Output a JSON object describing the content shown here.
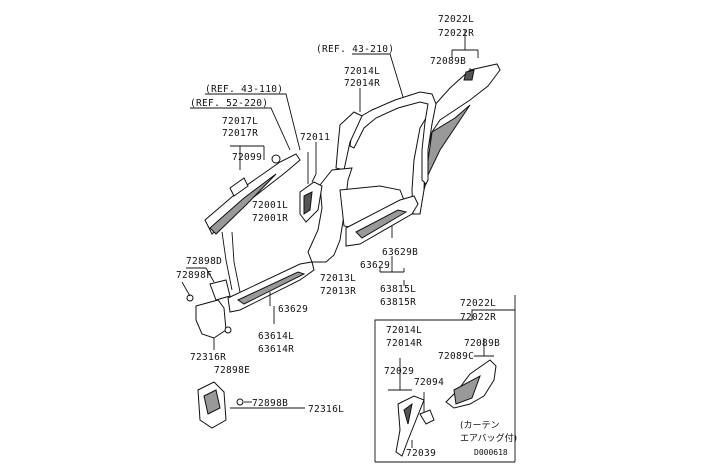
{
  "labels": {
    "p72022L_top": "72022L",
    "p72022R_top": "72022R",
    "p72089B_top": "72089B",
    "ref43_210": "(REF. 43-210)",
    "p72014L_top": "72014L",
    "p72014R_top": "72014R",
    "ref43_110": "(REF. 43-110)",
    "ref52_220": "(REF. 52-220)",
    "p72017L": "72017L",
    "p72017R": "72017R",
    "p72099": "72099",
    "p72011": "72011",
    "p72001L": "72001L",
    "p72001R": "72001R",
    "p63629B": "63629B",
    "p63629": "63629",
    "p63815L": "63815L",
    "p63815R": "63815R",
    "p72013L": "72013L",
    "p72013R": "72013R",
    "p72898D": "72898D",
    "p72898F": "72898F",
    "p63629_mid": "63629",
    "p63614L": "63614L",
    "p63614R": "63614R",
    "p72316R": "72316R",
    "p72898E": "72898E",
    "p72898B": "72898B",
    "p72316L": "72316L",
    "p72022L_box": "72022L",
    "p72022R_box": "72022R",
    "p72014L_box": "72014L",
    "p72014R_box": "72014R",
    "p72089B_box": "72089B",
    "p72089C": "72089C",
    "p72029": "72029",
    "p72094": "72094",
    "p72039": "72039",
    "jp_curtain": "(カーテン",
    "jp_airbag": "エアバッグ付)",
    "diagram_code": "D000618"
  }
}
